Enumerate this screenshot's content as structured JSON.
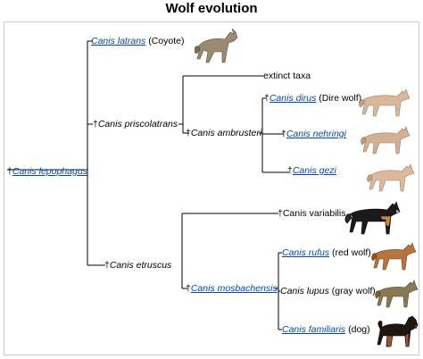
{
  "title": "Wolf evolution",
  "dagger": "†",
  "nodes": {
    "lepophagus": {
      "dagger": "†",
      "name": "Canis lepophagus",
      "link": true
    },
    "latrans": {
      "name": "Canis latrans",
      "common": "(Coyote)",
      "link": true
    },
    "priscolatrans": {
      "dagger": "†",
      "name": "Canis priscolatrans",
      "link": false
    },
    "extinct": {
      "text": "extinct taxa"
    },
    "ambrusteri": {
      "dagger": "†",
      "name": "Canis ambrusteri",
      "link": false
    },
    "dirus": {
      "dagger": "†",
      "name": "Canis dirus",
      "common": "(Dire wolf)",
      "link": true
    },
    "nehringi": {
      "dagger": "†",
      "name": "Canis nehringi",
      "link": true
    },
    "gezi": {
      "dagger": "†",
      "name": "Canis gezi",
      "link": true
    },
    "etruscus": {
      "dagger": "†",
      "name": "Canis etruscus",
      "link": false
    },
    "variabilis": {
      "dagger": "†",
      "name": "Canis variabilis",
      "link": false
    },
    "mosbachensis": {
      "dagger": "†",
      "name": "Canis mosbachensis",
      "link": true
    },
    "rufus": {
      "name": "Canis rufus",
      "common": "(red wolf)",
      "link": true
    },
    "lupus": {
      "name": "Canis lupus",
      "common": "(gray wolf)",
      "link": false
    },
    "familiaris": {
      "name": "Canis familiaris",
      "common": "(dog)",
      "link": true
    }
  },
  "colors": {
    "link": "#0645ad",
    "line": "#000000",
    "border": "#c8ccd1",
    "coyote": "#9a8a70",
    "dire_wolf": "#d9b79a",
    "variabilis_dark": "#1a1a1a",
    "red_wolf": "#b8733e",
    "gray_wolf": "#8a7a52",
    "dog_dark": "#201712"
  },
  "icons": [
    "coyote-image",
    "dire-wolf-image",
    "nehringi-image",
    "gezi-image",
    "variabilis-image",
    "red-wolf-image",
    "gray-wolf-image",
    "dog-image"
  ]
}
